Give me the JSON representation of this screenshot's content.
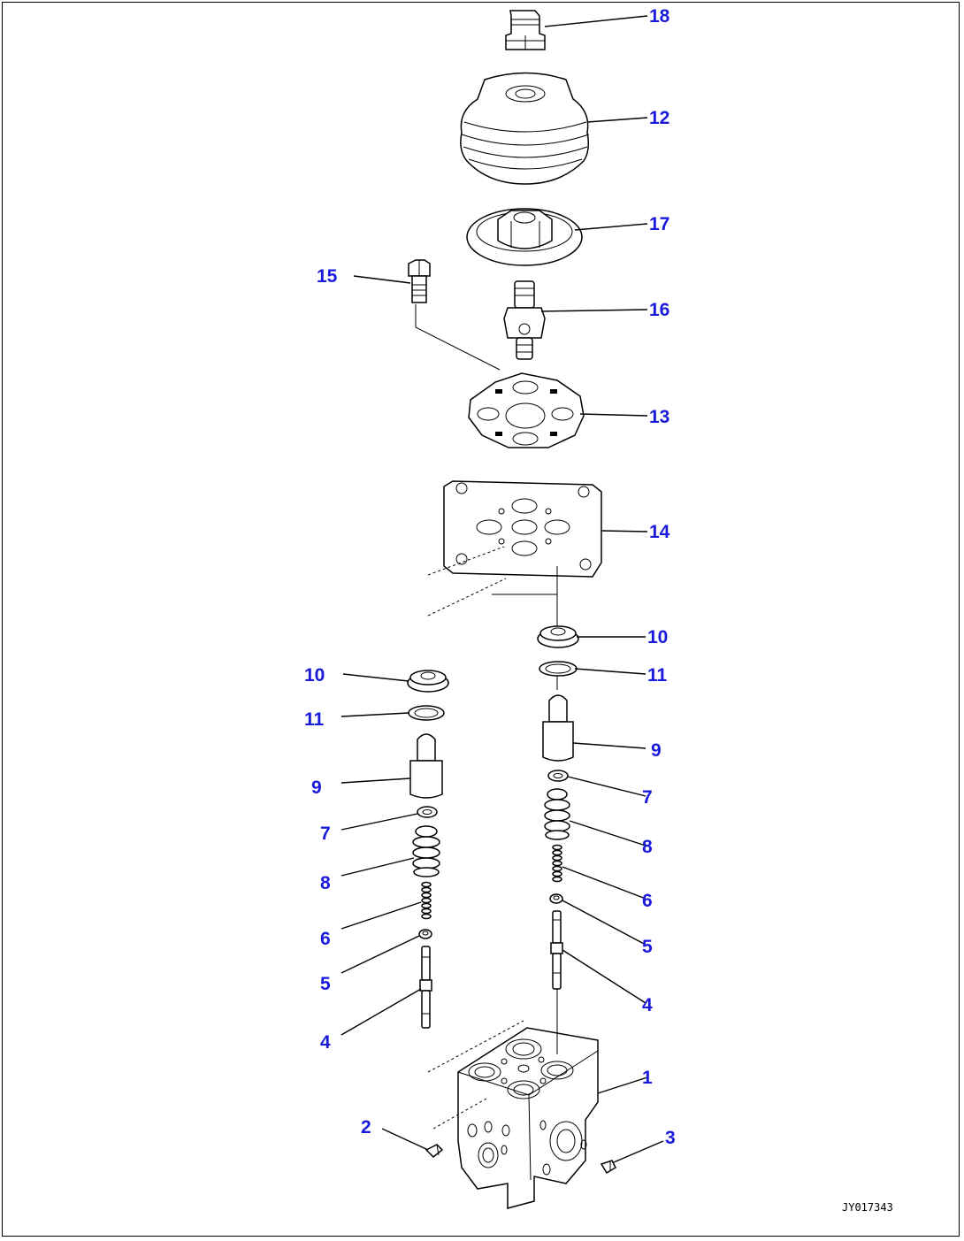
{
  "drawing_id": "JY017343",
  "callouts": {
    "c18": "18",
    "c12": "12",
    "c17": "17",
    "c15": "15",
    "c16": "16",
    "c13": "13",
    "c14": "14",
    "c10r": "10",
    "c11r": "11",
    "c9r": "9",
    "c7r": "7",
    "c8r": "8",
    "c6r": "6",
    "c5r": "5",
    "c4r": "4",
    "c10l": "10",
    "c11l": "11",
    "c9l": "9",
    "c7l": "7",
    "c8l": "8",
    "c6l": "6",
    "c5l": "5",
    "c4l": "4",
    "c1": "1",
    "c2": "2",
    "c3": "3"
  },
  "colors": {
    "callout": "#1a1adb",
    "line": "#000000",
    "background": "#ffffff"
  }
}
